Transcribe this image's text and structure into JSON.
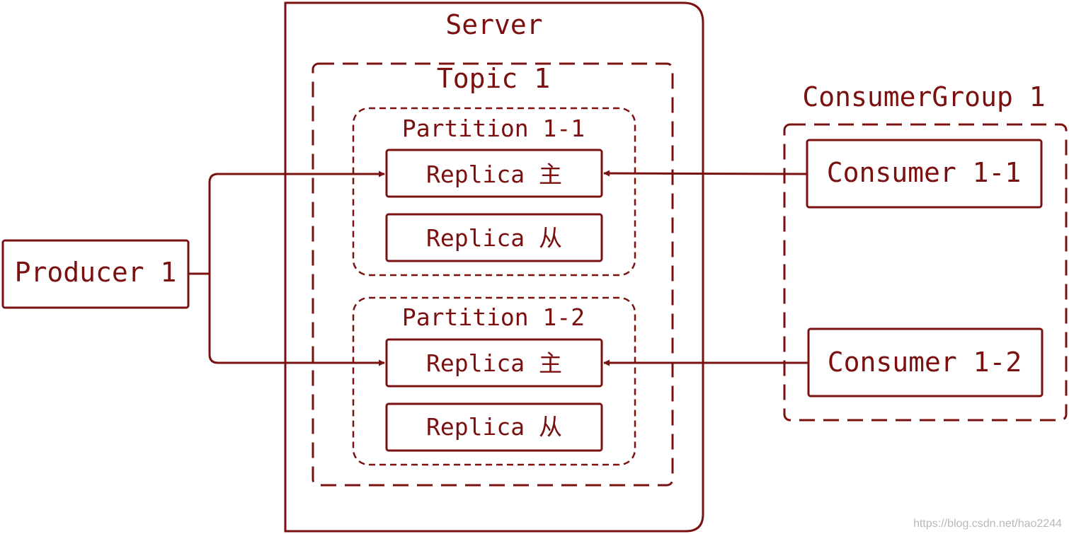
{
  "diagram": {
    "server": {
      "label": "Server"
    },
    "topic": {
      "label": "Topic 1"
    },
    "partitions": [
      {
        "label": "Partition 1-1",
        "replicas": [
          {
            "label": "Replica 主"
          },
          {
            "label": "Replica 从"
          }
        ]
      },
      {
        "label": "Partition 1-2",
        "replicas": [
          {
            "label": "Replica 主"
          },
          {
            "label": "Replica 从"
          }
        ]
      }
    ],
    "producer": {
      "label": "Producer 1"
    },
    "consumer_group": {
      "label": "ConsumerGroup 1",
      "consumers": [
        {
          "label": "Consumer 1-1"
        },
        {
          "label": "Consumer 1-2"
        }
      ]
    },
    "edges": [
      {
        "from": "Producer 1",
        "to": "Partition 1-1 / Replica 主"
      },
      {
        "from": "Producer 1",
        "to": "Partition 1-2 / Replica 主"
      },
      {
        "from": "Consumer 1-1",
        "to": "Partition 1-1 / Replica 主"
      },
      {
        "from": "Consumer 1-2",
        "to": "Partition 1-2 / Replica 主"
      }
    ],
    "colors": {
      "stroke": "#7a1010",
      "background": "#ffffff",
      "watermark": "#b9b9b9"
    }
  },
  "watermark": "https://blog.csdn.net/hao2244"
}
